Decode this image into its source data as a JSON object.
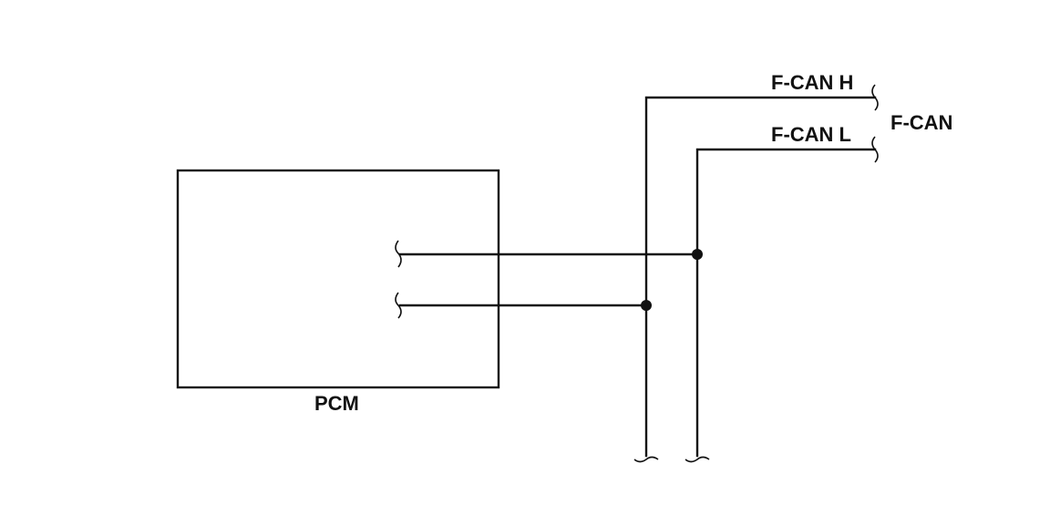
{
  "diagram": {
    "module_label": "PCM",
    "bus_label": "F-CAN",
    "line_high_label": "F-CAN H",
    "line_low_label": "F-CAN L"
  }
}
